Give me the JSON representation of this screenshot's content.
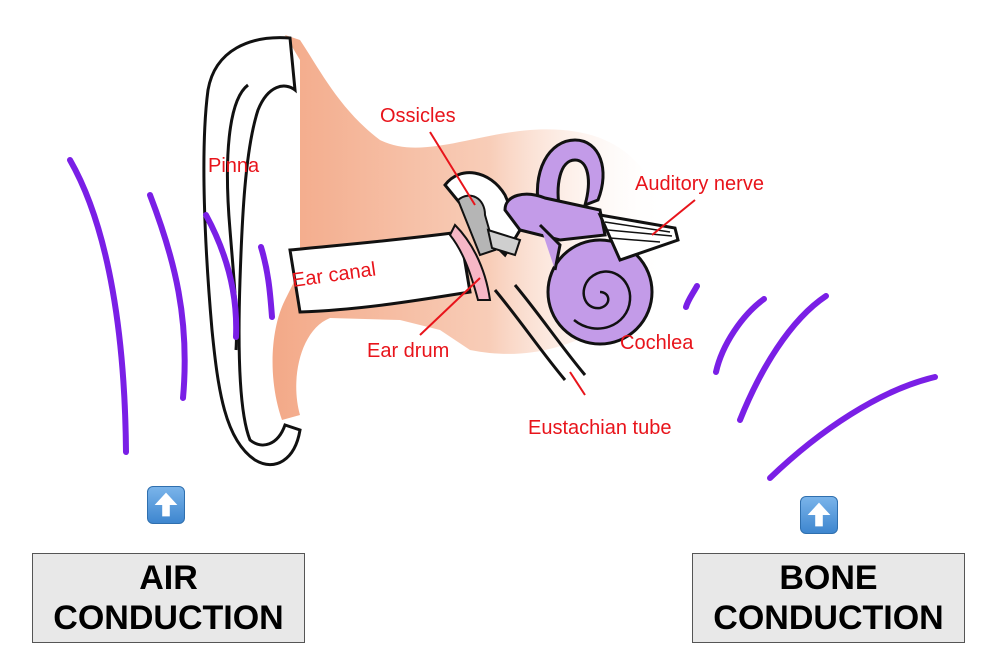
{
  "labels": {
    "pinna": "Pinna",
    "ear_canal": "Ear canal",
    "ossicles": "Ossicles",
    "auditory_nerve": "Auditory nerve",
    "ear_drum": "Ear drum",
    "cochlea": "Cochlea",
    "eustachian_tube": "Eustachian tube"
  },
  "boxes": {
    "air": {
      "line1": "AIR",
      "line2": "CONDUCTION"
    },
    "bone": {
      "line1": "BONE",
      "line2": "CONDUCTION"
    }
  },
  "icons": {
    "up_arrow": "up-arrow-icon"
  },
  "colors": {
    "label_red": "#e8141b",
    "sound_wave_purple": "#7a1fe6",
    "inner_ear_lavender": "#c39be8",
    "skin_peach": "#f3a988",
    "box_gray": "#e8e8e8",
    "arrow_blue": "#4a90d9"
  }
}
